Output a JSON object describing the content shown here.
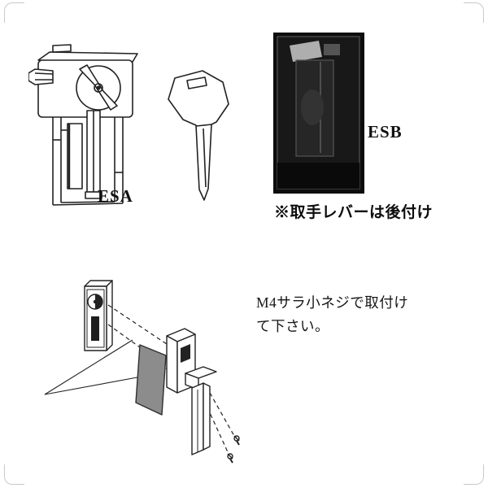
{
  "colors": {
    "ink": "#1a1a1a",
    "photo_background": "#0d0d0d",
    "panel_gray": "#8c8c8c"
  },
  "figures": {
    "esa": {
      "label": "ESA",
      "icon": "esa-cam-lock-line-drawing"
    },
    "key": {
      "icon": "key-blank-line-drawing"
    },
    "esb": {
      "label": "ESB",
      "icon": "esb-lock-photo",
      "caption": "※取手レバーは後付け"
    },
    "assembly": {
      "icon": "exploded-installation-diagram",
      "note_line1": "M4サラ小ネジで取付け",
      "note_line2": "て下さい。"
    }
  }
}
